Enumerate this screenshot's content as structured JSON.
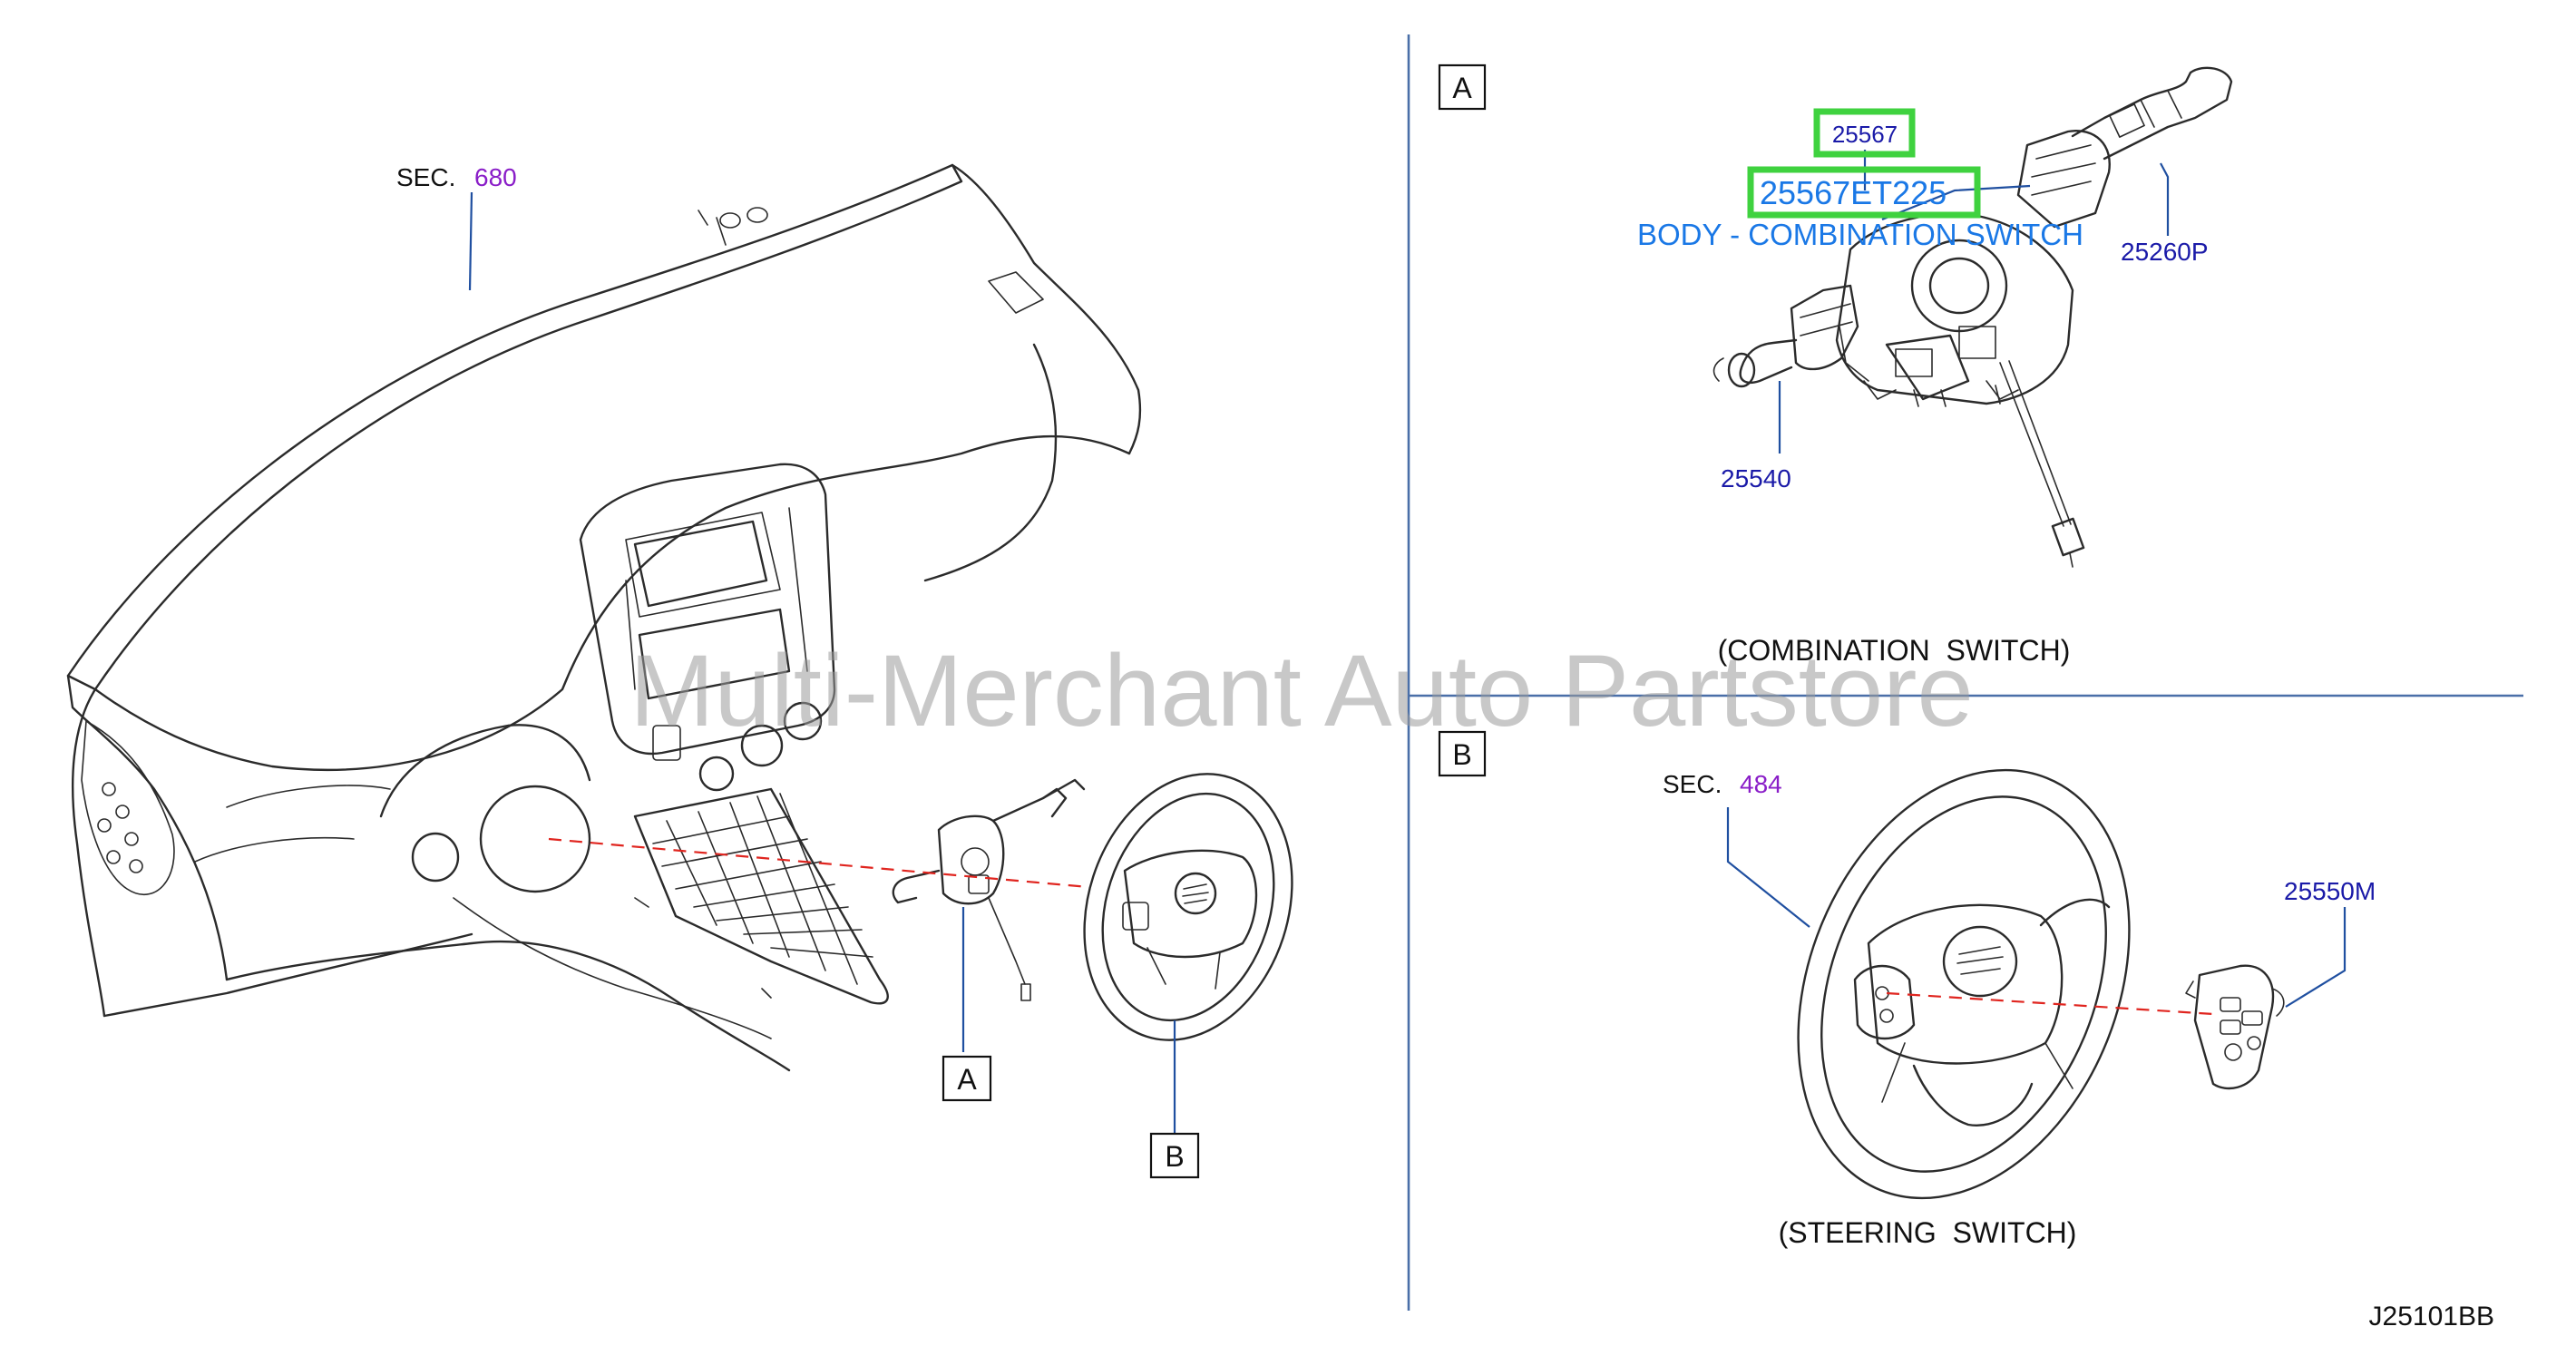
{
  "watermark": "Multi-Merchant Auto Partstore",
  "drawing_code": "J25101BB",
  "overview": {
    "sec_680_prefix": "SEC.",
    "sec_680_number": "680",
    "callout_a": "A",
    "callout_b": "B"
  },
  "panel_a": {
    "tag": "A",
    "caption": "(COMBINATION  SWITCH)",
    "parts": {
      "p25567": "25567",
      "p25567et225": "25567ET225",
      "body_combination_switch": "BODY - COMBINATION SWITCH",
      "p25260p": "25260P",
      "p25540": "25540"
    }
  },
  "panel_b": {
    "tag": "B",
    "caption": "(STEERING  SWITCH)",
    "sec_prefix": "SEC.",
    "sec_number": "484",
    "parts": {
      "p25550m": "25550M"
    }
  },
  "colors": {
    "part_number_blue": "#1a1aa8",
    "highlight_blue": "#1a78e6",
    "section_purple": "#8a1ec8",
    "highlight_green": "#3fd23f",
    "dashed_red": "#e0251f",
    "leader_blue": "#1f4fa0"
  }
}
